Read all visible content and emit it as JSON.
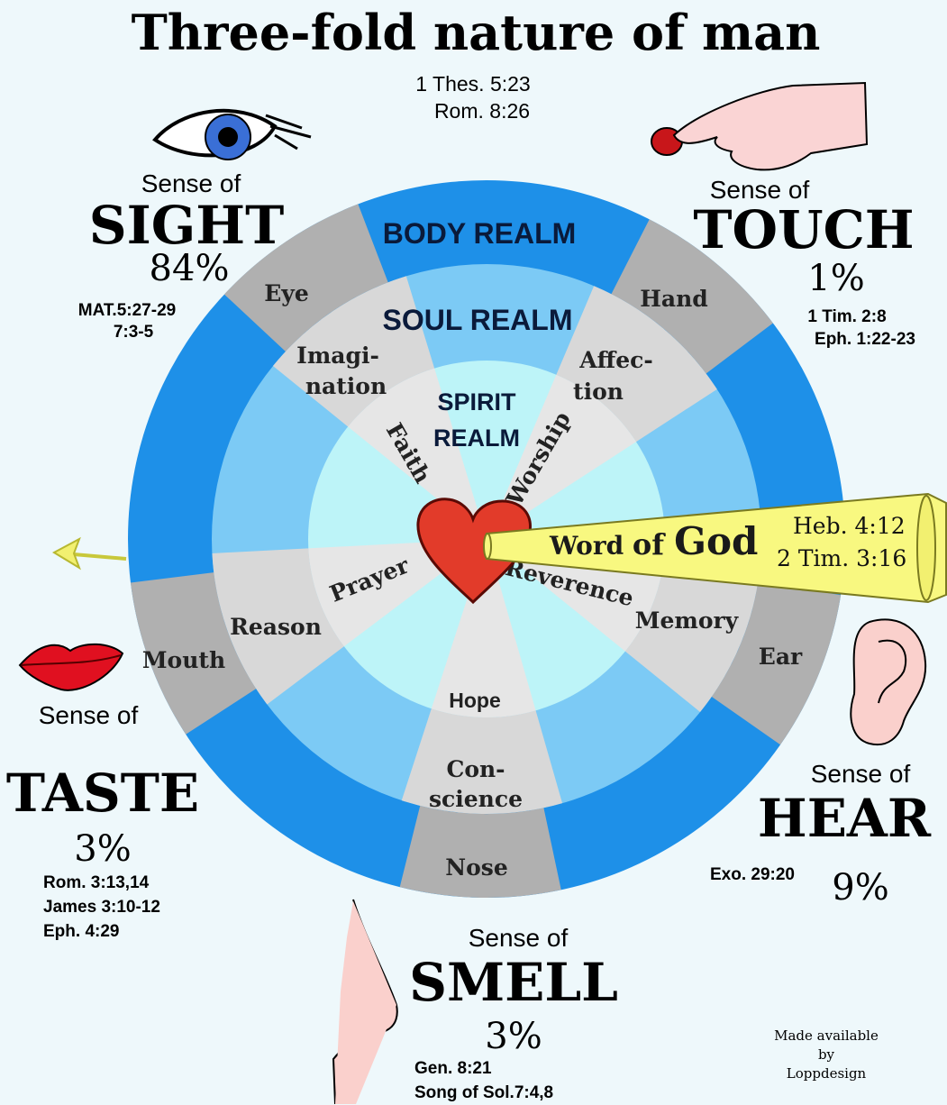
{
  "title": "Three-fold nature of man",
  "header_refs": [
    "1 Thes. 5:23",
    "Rom. 8:26"
  ],
  "realms": {
    "body": "BODY REALM",
    "soul": "SOUL REALM",
    "spirit_line1": "SPIRIT",
    "spirit_line2": "REALM"
  },
  "segments": {
    "outer": [
      "Eye",
      "Hand",
      "Ear",
      "Nose",
      "Mouth"
    ],
    "middle": [
      "Imagi-",
      "nation",
      "Affec-",
      "tion",
      "Memory",
      "Con-",
      "science",
      "Reason"
    ],
    "inner": [
      "Faith",
      "Worship",
      "Reverence",
      "Hope",
      "Prayer"
    ]
  },
  "senses": {
    "sight": {
      "prefix": "Sense of",
      "name": "SIGHT",
      "percent": "84%",
      "refs": [
        "MAT.5:27-29",
        "7:3-5"
      ]
    },
    "touch": {
      "prefix": "Sense of",
      "name": "TOUCH",
      "percent": "1%",
      "refs": [
        "1 Tim. 2:8",
        "Eph. 1:22-23"
      ]
    },
    "hear": {
      "prefix": "Sense of",
      "name": "HEAR",
      "percent": "9%",
      "refs": [
        "Exo. 29:20"
      ]
    },
    "smell": {
      "prefix": "Sense of",
      "name": "SMELL",
      "percent": "3%",
      "refs": [
        "Gen. 8:21",
        "Song of Sol.7:4,8"
      ]
    },
    "taste": {
      "prefix": "Sense of",
      "name": "TASTE",
      "percent": "3%",
      "refs": [
        "Rom. 3:13,14",
        "James 3:10-12",
        "Eph. 4:29"
      ]
    }
  },
  "arrow": {
    "label_a": "Word ",
    "label_b": "of ",
    "label_c": "God",
    "refs": [
      "Heb. 4:12",
      "2 Tim. 3:16"
    ]
  },
  "credit": [
    "Made available",
    "by",
    "Loppdesign"
  ],
  "colors": {
    "background": "#eef8fb",
    "body_realm": "#1e90e8",
    "soul_realm": "#7ccaf5",
    "spirit_realm": "#bdf4f8",
    "sense_segment": "#b0b0b0",
    "soul_segment": "#d8d8d8",
    "spirit_segment": "#e6e6e6",
    "heart": "#e23b2a",
    "arrow": "#f8f880"
  }
}
